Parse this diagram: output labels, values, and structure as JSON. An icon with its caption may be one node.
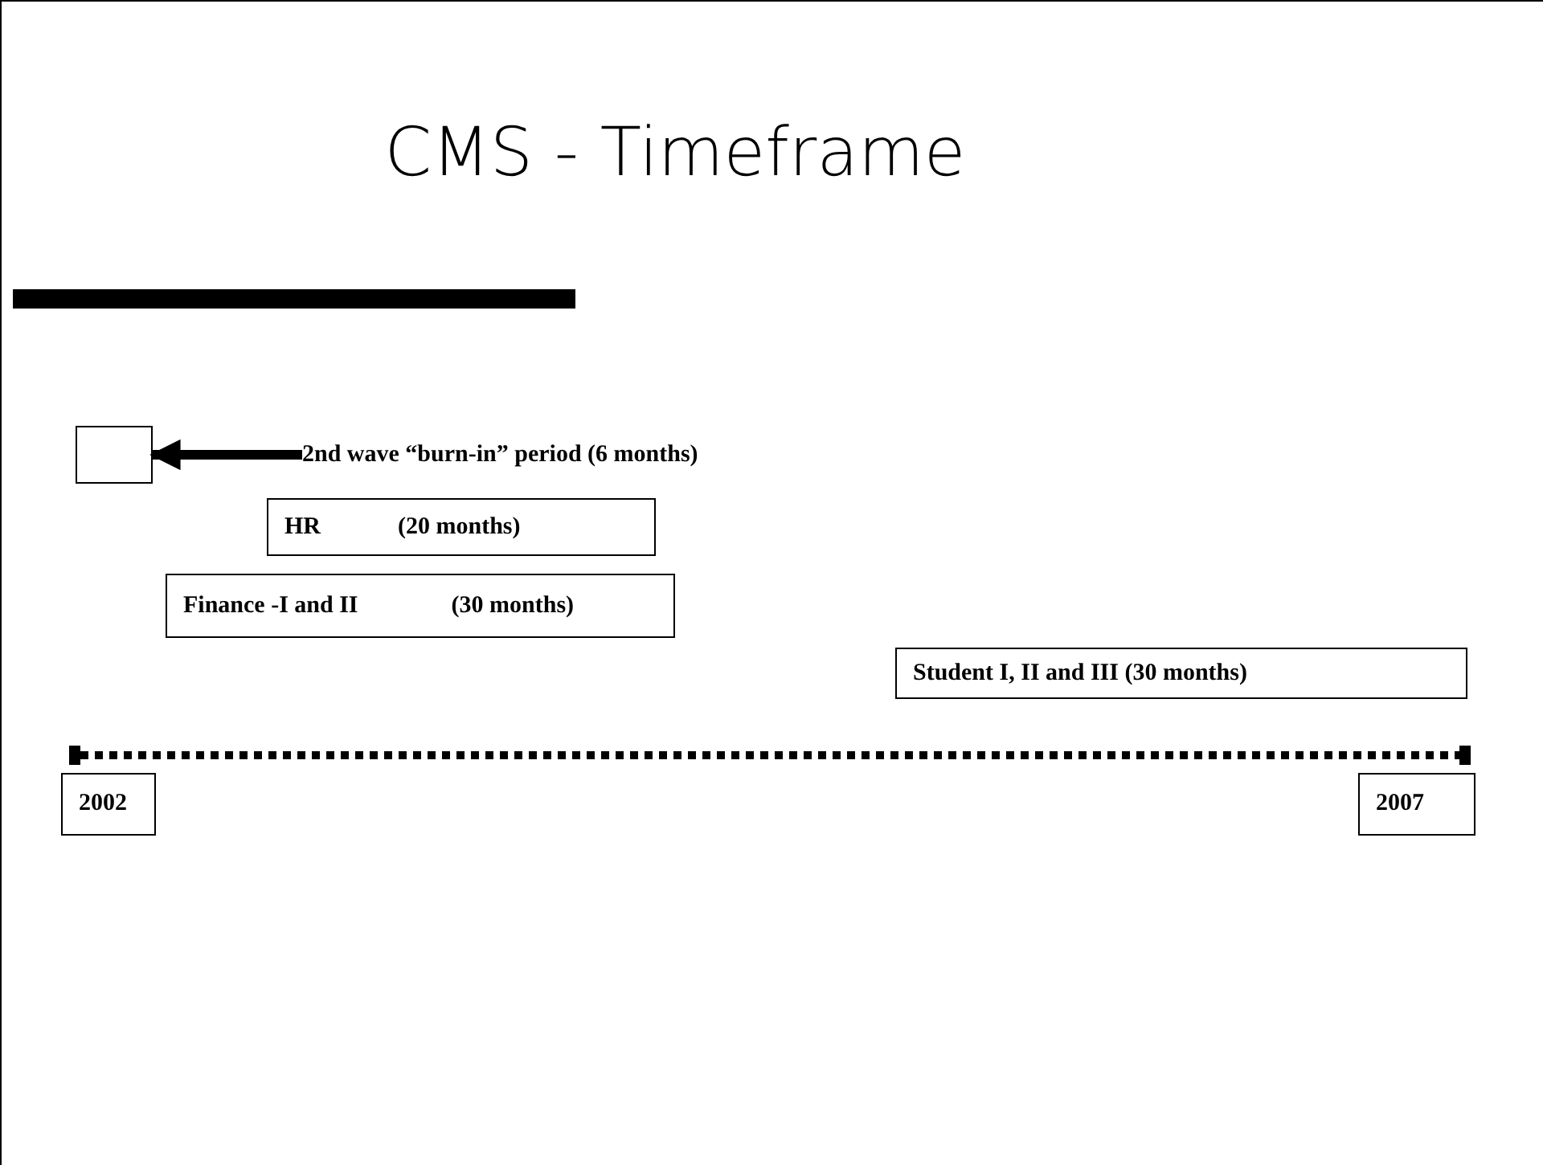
{
  "diagram": {
    "title": "CMS - Timeframe",
    "nodes": [
      {
        "text": [],
        "shape": "box"
      },
      {
        "text": [
          "2nd wave “burn-in” period (6 months)"
        ]
      },
      {
        "text": [
          "HR",
          "(20 months)"
        ]
      },
      {
        "text": [
          "Finance -I and II",
          "(30 months)"
        ]
      },
      {
        "text": [
          "Student I, II and III (30 months)"
        ]
      },
      {
        "text": [
          "2002"
        ]
      },
      {
        "text": [
          "2007"
        ]
      }
    ],
    "edges": [
      {
        "from": 1,
        "to": 0,
        "arrow": "to"
      }
    ]
  }
}
